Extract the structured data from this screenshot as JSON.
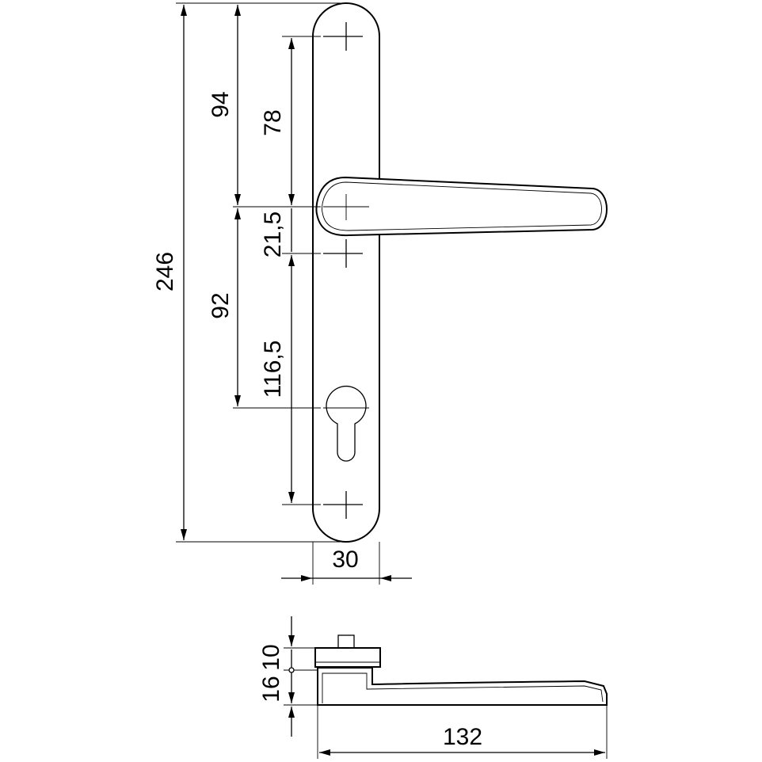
{
  "drawing": {
    "front_view": {
      "dimensions": {
        "overall_height": "246",
        "top_hole_to_handle_axis_outer": "94",
        "top_hole_to_handle_axis": "78",
        "handle_axis_to_hole": "21,5",
        "handle_axis_to_cylinder": "92",
        "hole_to_bottom_hole": "116,5",
        "plate_width": "30"
      }
    },
    "side_view": {
      "dimensions": {
        "rose_height": "10",
        "lever_height": "16",
        "lever_projection": "132"
      }
    }
  }
}
